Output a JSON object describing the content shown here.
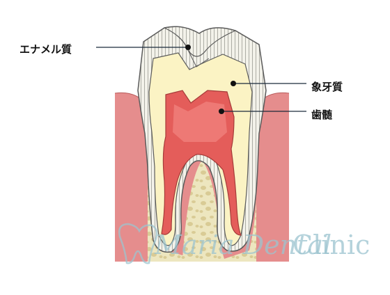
{
  "labels": {
    "enamel": "エナメル質",
    "dentin": "象牙質",
    "pulp": "歯髄"
  },
  "watermark": {
    "part1": "Maria Dental",
    "part2": "Clinic"
  },
  "colors": {
    "bone": "#ede6bf",
    "bone_dots": "#d9cb95",
    "gum": "#e58d8d",
    "enamel": "#efefe6",
    "dentin": "#fbf3c4",
    "pulp": "#e45d5a",
    "outline": "#5a5a5a",
    "watermark": "#9cc4cf"
  }
}
